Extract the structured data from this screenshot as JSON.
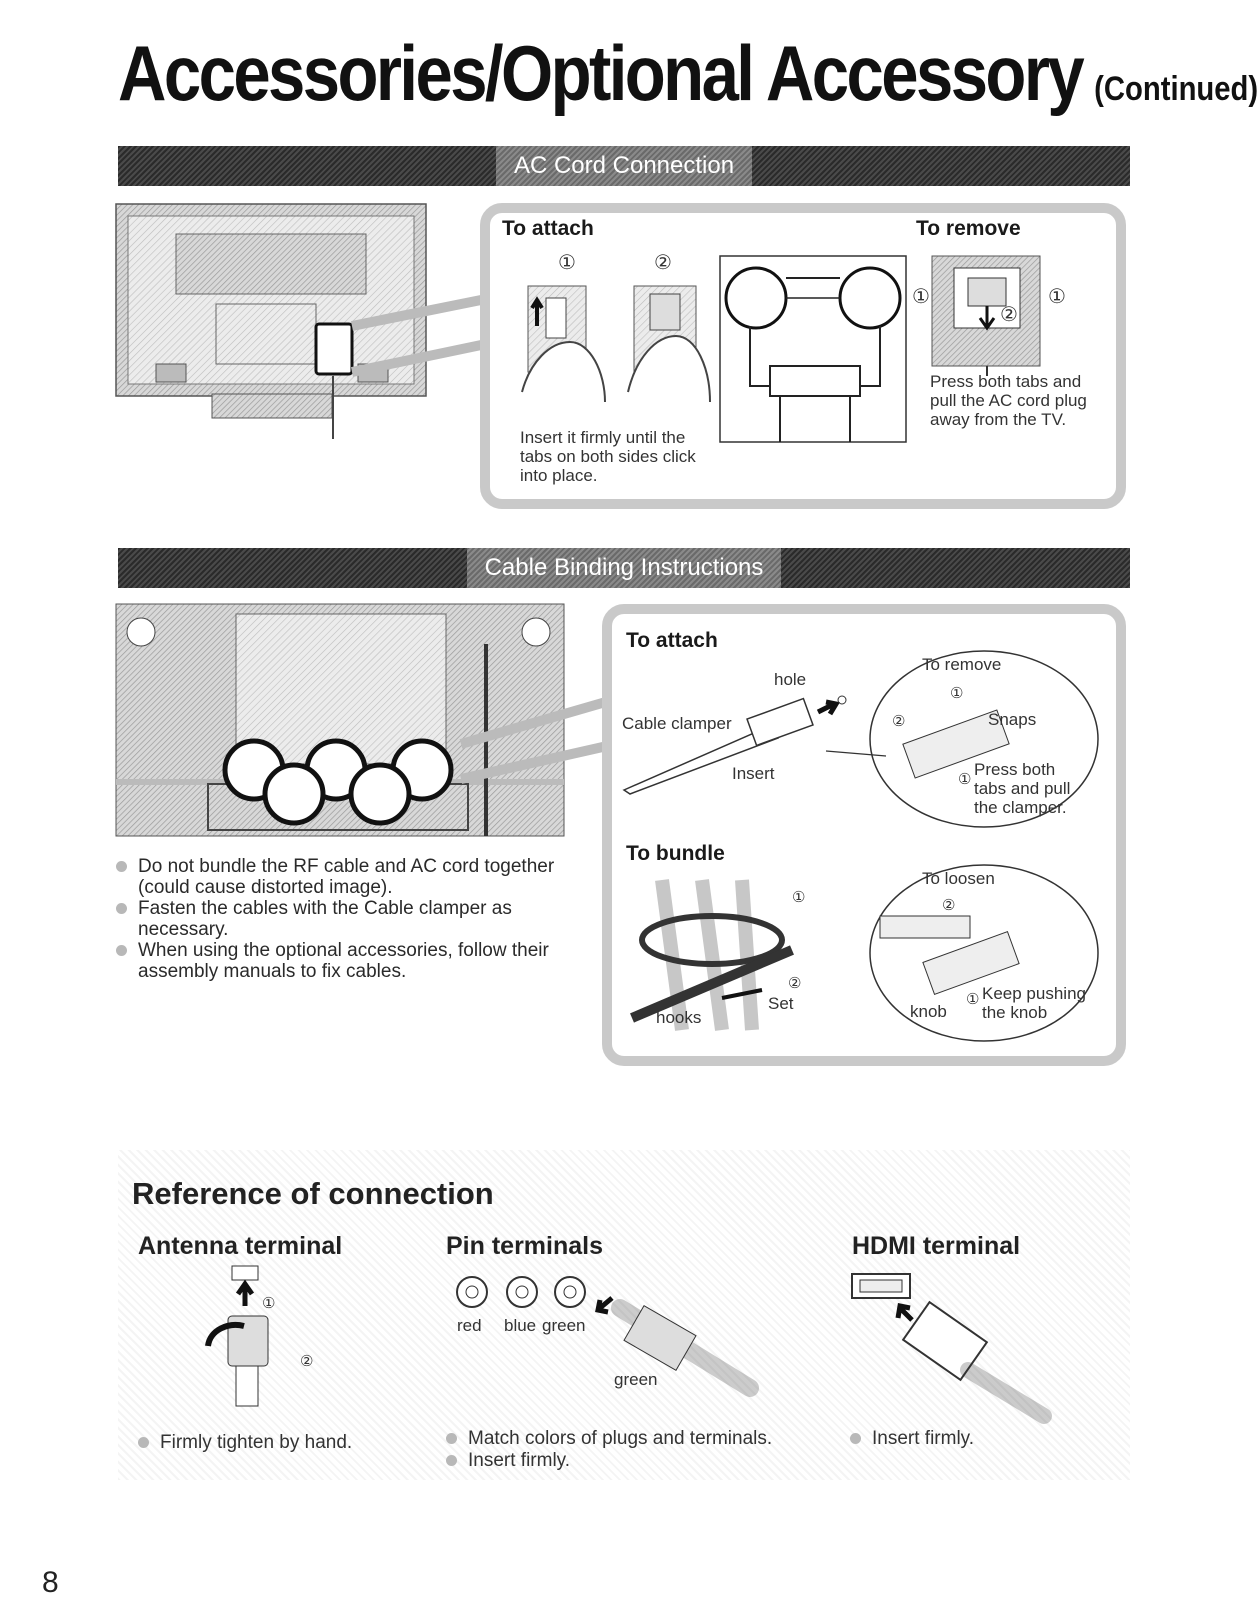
{
  "title": {
    "main": "Accessories/Optional Accessory",
    "cont": "(Continued)"
  },
  "sections": {
    "ac_cord": {
      "bar_label": "AC Cord Connection",
      "attach_heading": "To attach",
      "remove_heading": "To remove",
      "step1": "①",
      "step2": "②",
      "attach_note": "Insert it firmly until the tabs on both sides click into place.",
      "remove_note": "Press both tabs and pull the AC cord plug away from the TV.",
      "remove_step1_left": "①",
      "remove_step1_right": "①",
      "remove_step2": "②"
    },
    "cable_binding": {
      "bar_label": "Cable Binding Instructions",
      "bullets": [
        "Do not bundle the RF cable and AC cord together (could cause distorted image).",
        "Fasten the cables with the Cable clamper as necessary.",
        "When using the optional accessories, follow their assembly manuals to fix cables."
      ],
      "attach_heading": "To attach",
      "hole_label": "hole",
      "cable_clamper_label": "Cable clamper",
      "insert_label": "Insert",
      "remove_circle": {
        "title": "To remove",
        "step1": "①",
        "step2": "②",
        "snaps": "Snaps",
        "step1b": "①",
        "note": "Press both tabs and pull the clamper."
      },
      "bundle_heading": "To bundle",
      "bundle_step1": "①",
      "bundle_step2": "②",
      "hooks_label": "hooks",
      "set_label": "Set",
      "loosen_circle": {
        "title": "To loosen",
        "step2": "②",
        "step1": "①",
        "knob": "knob",
        "note": "Keep pushing the knob"
      }
    }
  },
  "reference": {
    "title": "Reference of connection",
    "antenna": {
      "heading": "Antenna terminal",
      "step1": "①",
      "step2": "②",
      "note": "Firmly tighten by hand."
    },
    "pin": {
      "heading": "Pin terminals",
      "labels": [
        "red",
        "blue",
        "green"
      ],
      "plug_label": "green",
      "notes": [
        "Match colors of plugs and terminals.",
        "Insert firmly."
      ]
    },
    "hdmi": {
      "heading": "HDMI terminal",
      "note": "Insert firmly."
    }
  },
  "page_number": "8"
}
